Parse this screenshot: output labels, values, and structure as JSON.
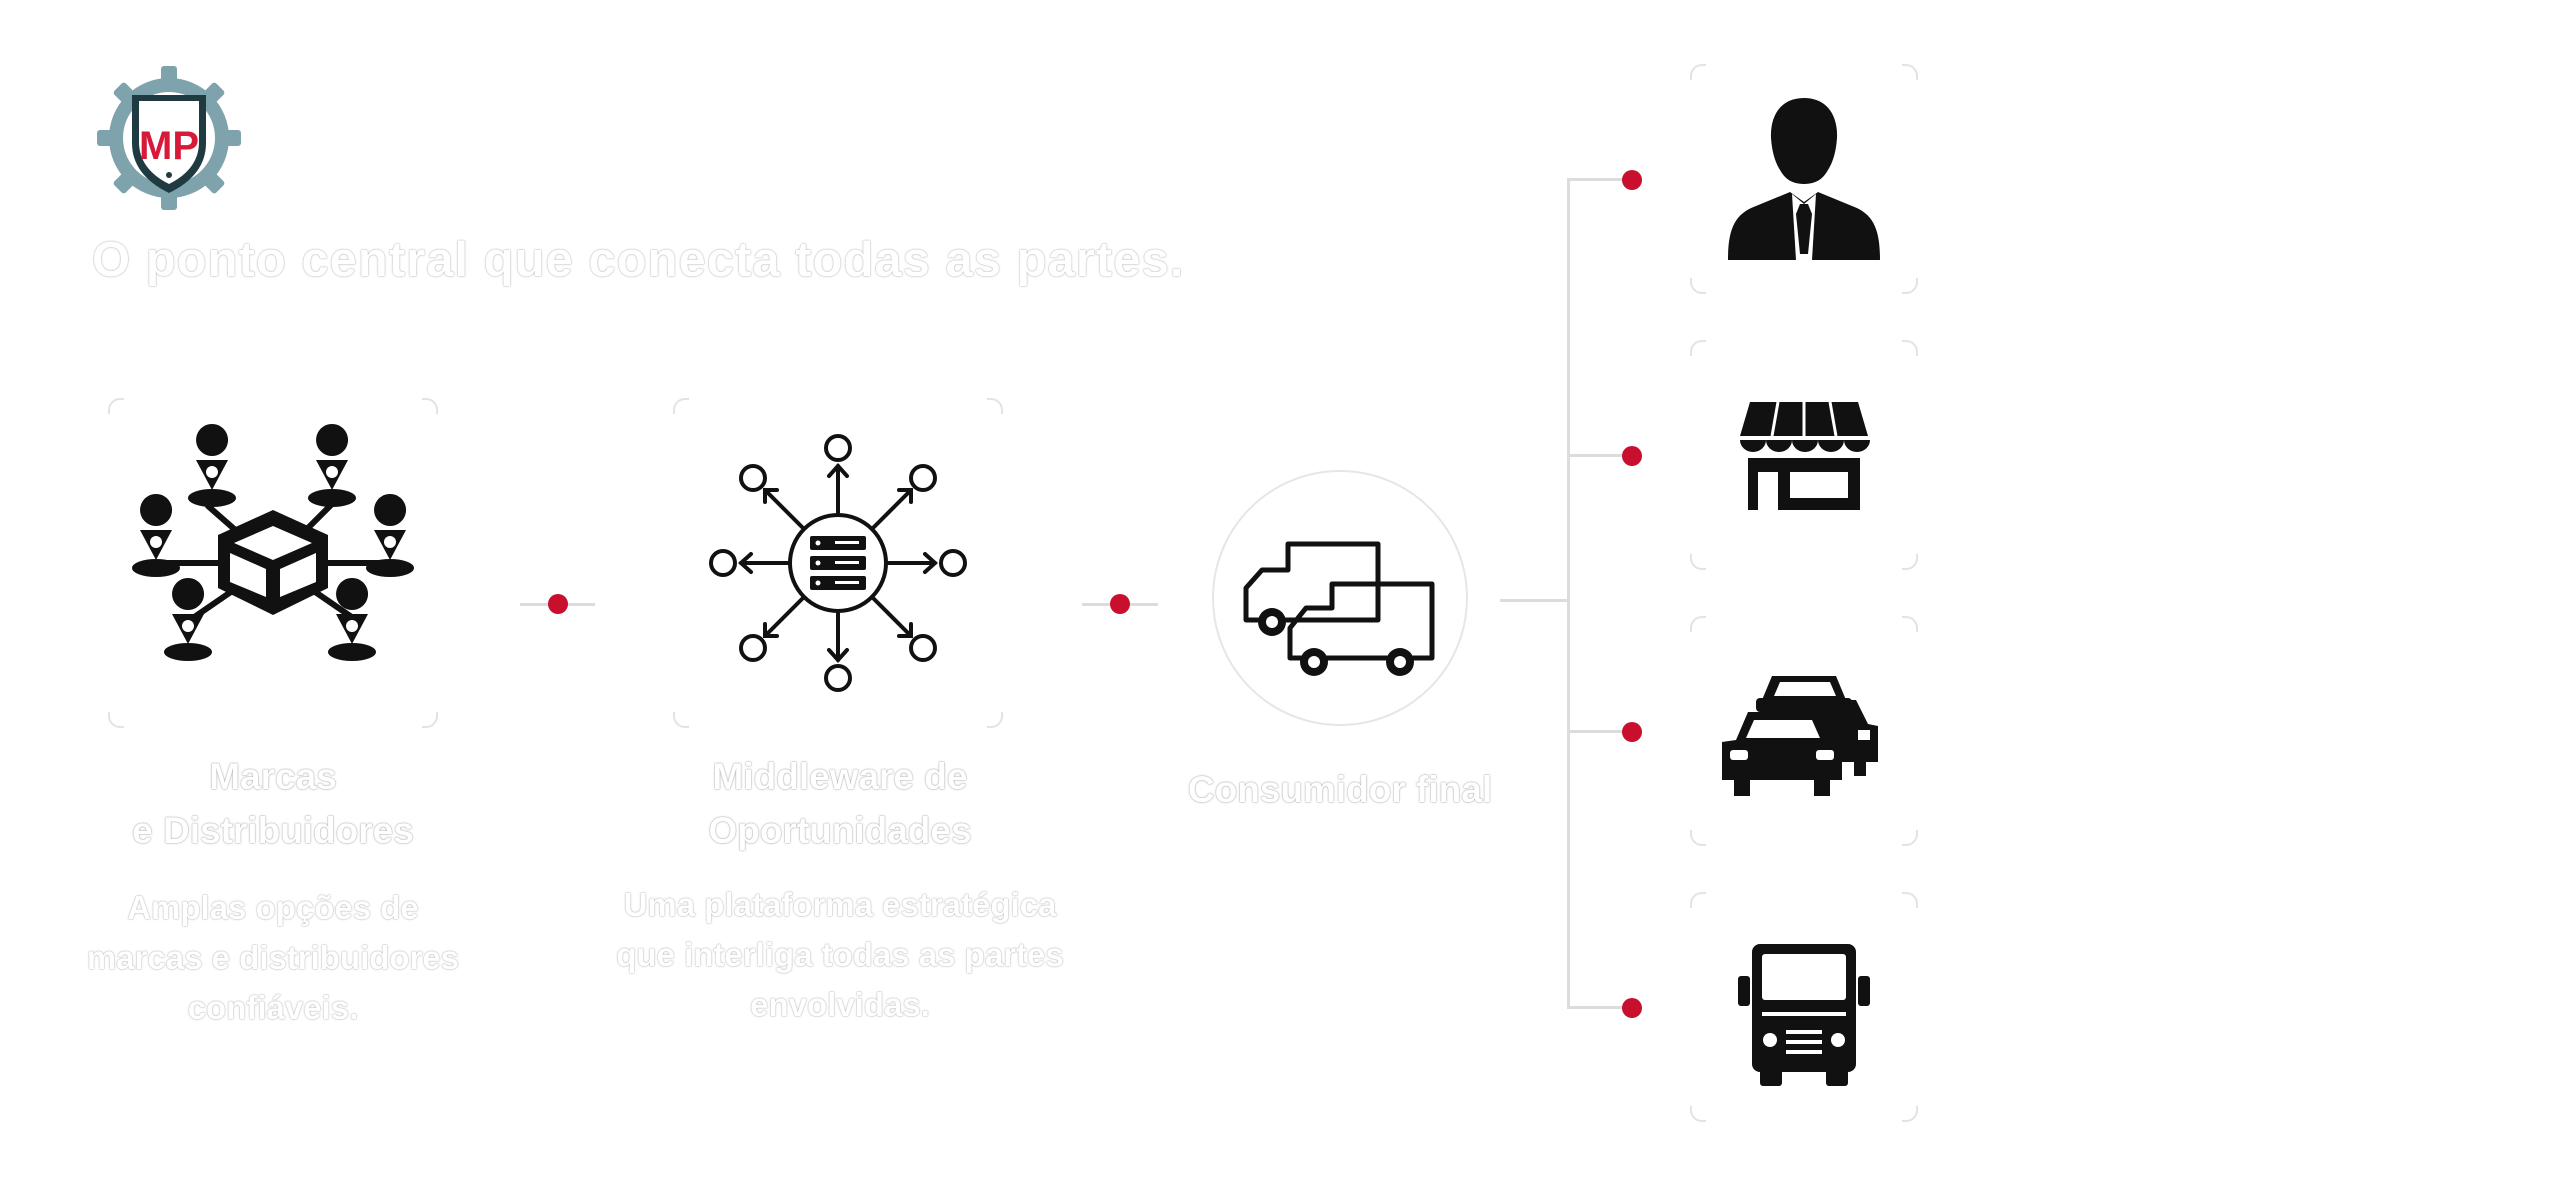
{
  "title": "O ponto central que conecta todas as partes.",
  "logo": {
    "text": "MP",
    "name": "mp-shield-gear-logo"
  },
  "colors": {
    "accent": "#c8102e",
    "logo_gear": "#7fa3ad",
    "logo_shield": "#1f3a40",
    "line": "#dcdcdc"
  },
  "nodes": {
    "brands": {
      "title_line1": "Marcas",
      "title_line2": "e Distribuidores",
      "desc_line1": "Amplas opções de",
      "desc_line2": "marcas e distribuidores",
      "desc_line3": "confiáveis.",
      "icon": "package-network-icon"
    },
    "middleware": {
      "title_line1": "Middleware de",
      "title_line2": "Oportunidades",
      "desc_line1": "Uma plataforma estratégica",
      "desc_line2": "que interliga todas as partes",
      "desc_line3": "envolvidas.",
      "icon": "server-hub-icon"
    },
    "consumer": {
      "title": "Consumidor final",
      "icon": "delivery-trucks-icon"
    }
  },
  "consumer_types": [
    {
      "icon": "businessman-icon"
    },
    {
      "icon": "storefront-icon"
    },
    {
      "icon": "cars-icon"
    },
    {
      "icon": "truck-front-icon"
    }
  ]
}
